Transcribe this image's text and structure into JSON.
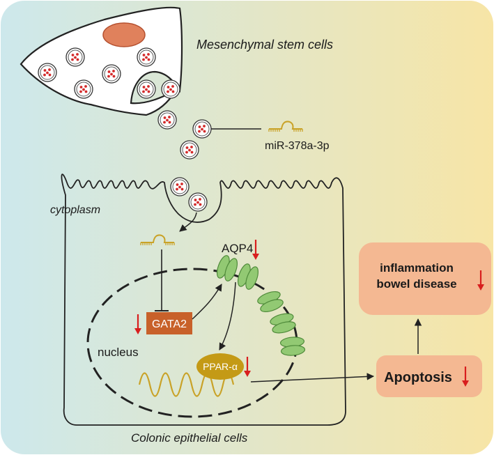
{
  "labels": {
    "msc": "Mesenchymal stem cells",
    "mirna": "miR-378a-3p",
    "cytoplasm": "cytoplasm",
    "nucleus": "nucleus",
    "epithelial": "Colonic epithelial cells",
    "aqp4": "AQP4",
    "gata2": "GATA2",
    "ppar": "PPAR-α",
    "apoptosis": "Apoptosis",
    "ibd_line1": "inflammation",
    "ibd_line2": "bowel disease"
  },
  "colors": {
    "bg_left": "#cde8ec",
    "bg_right": "#f7e5a6",
    "nucleus_body": "#e0815c",
    "vesicle_dot": "#d42a2a",
    "mirna": "#c9a227",
    "gata2_box": "#c8612a",
    "ppar_blob": "#c49a16",
    "aqp4": "#92c973",
    "aqp4_edge": "#4f8a3a",
    "outcome_box": "#f4b892",
    "down_arrow": "#d81e1e",
    "line": "#222222"
  },
  "icons": {
    "down": "red-down-arrow-icon",
    "mirna": "mirna-hairpin-icon",
    "vesicle": "exosome-vesicle-icon"
  }
}
